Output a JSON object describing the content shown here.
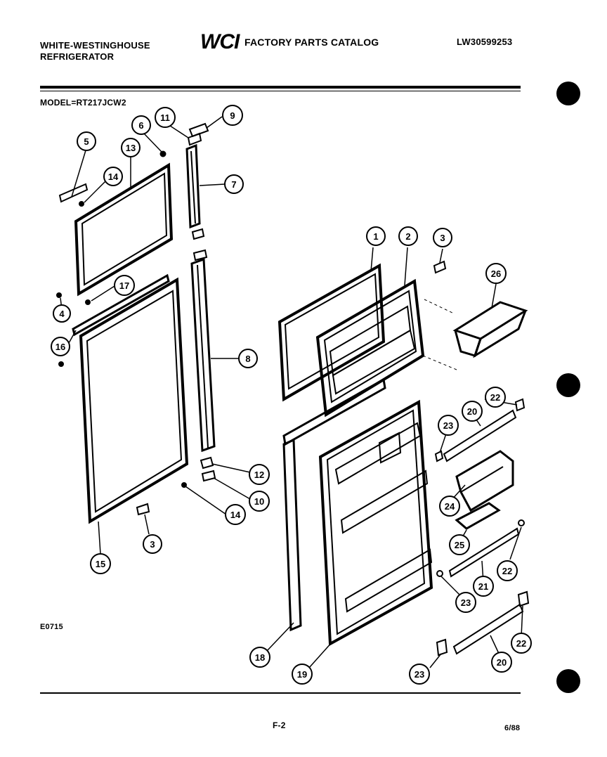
{
  "header": {
    "brand_line1": "WHITE-WESTINGHOUSE",
    "brand_line2": "REFRIGERATOR",
    "logo": "WCI",
    "catalog_title": "FACTORY PARTS CATALOG",
    "document_number": "LW30599253"
  },
  "model_label": "MODEL=RT217JCW2",
  "figure_code": "E0715",
  "page_number": "F-2",
  "date": "6/88",
  "callouts": [
    {
      "id": "c1",
      "label": "1"
    },
    {
      "id": "c2",
      "label": "2"
    },
    {
      "id": "c3a",
      "label": "3"
    },
    {
      "id": "c3b",
      "label": "3"
    },
    {
      "id": "c4",
      "label": "4"
    },
    {
      "id": "c5",
      "label": "5"
    },
    {
      "id": "c6",
      "label": "6"
    },
    {
      "id": "c7",
      "label": "7"
    },
    {
      "id": "c8",
      "label": "8"
    },
    {
      "id": "c9",
      "label": "9"
    },
    {
      "id": "c10",
      "label": "10"
    },
    {
      "id": "c11",
      "label": "11"
    },
    {
      "id": "c12",
      "label": "12"
    },
    {
      "id": "c13",
      "label": "13"
    },
    {
      "id": "c14a",
      "label": "14"
    },
    {
      "id": "c14b",
      "label": "14"
    },
    {
      "id": "c15",
      "label": "15"
    },
    {
      "id": "c16",
      "label": "16"
    },
    {
      "id": "c17",
      "label": "17"
    },
    {
      "id": "c18",
      "label": "18"
    },
    {
      "id": "c19",
      "label": "19"
    },
    {
      "id": "c20a",
      "label": "20"
    },
    {
      "id": "c20b",
      "label": "20"
    },
    {
      "id": "c21",
      "label": "21"
    },
    {
      "id": "c22a",
      "label": "22"
    },
    {
      "id": "c22b",
      "label": "22"
    },
    {
      "id": "c22c",
      "label": "22"
    },
    {
      "id": "c23a",
      "label": "23"
    },
    {
      "id": "c23b",
      "label": "23"
    },
    {
      "id": "c23c",
      "label": "23"
    },
    {
      "id": "c24",
      "label": "24"
    },
    {
      "id": "c25",
      "label": "25"
    },
    {
      "id": "c26",
      "label": "26"
    }
  ]
}
